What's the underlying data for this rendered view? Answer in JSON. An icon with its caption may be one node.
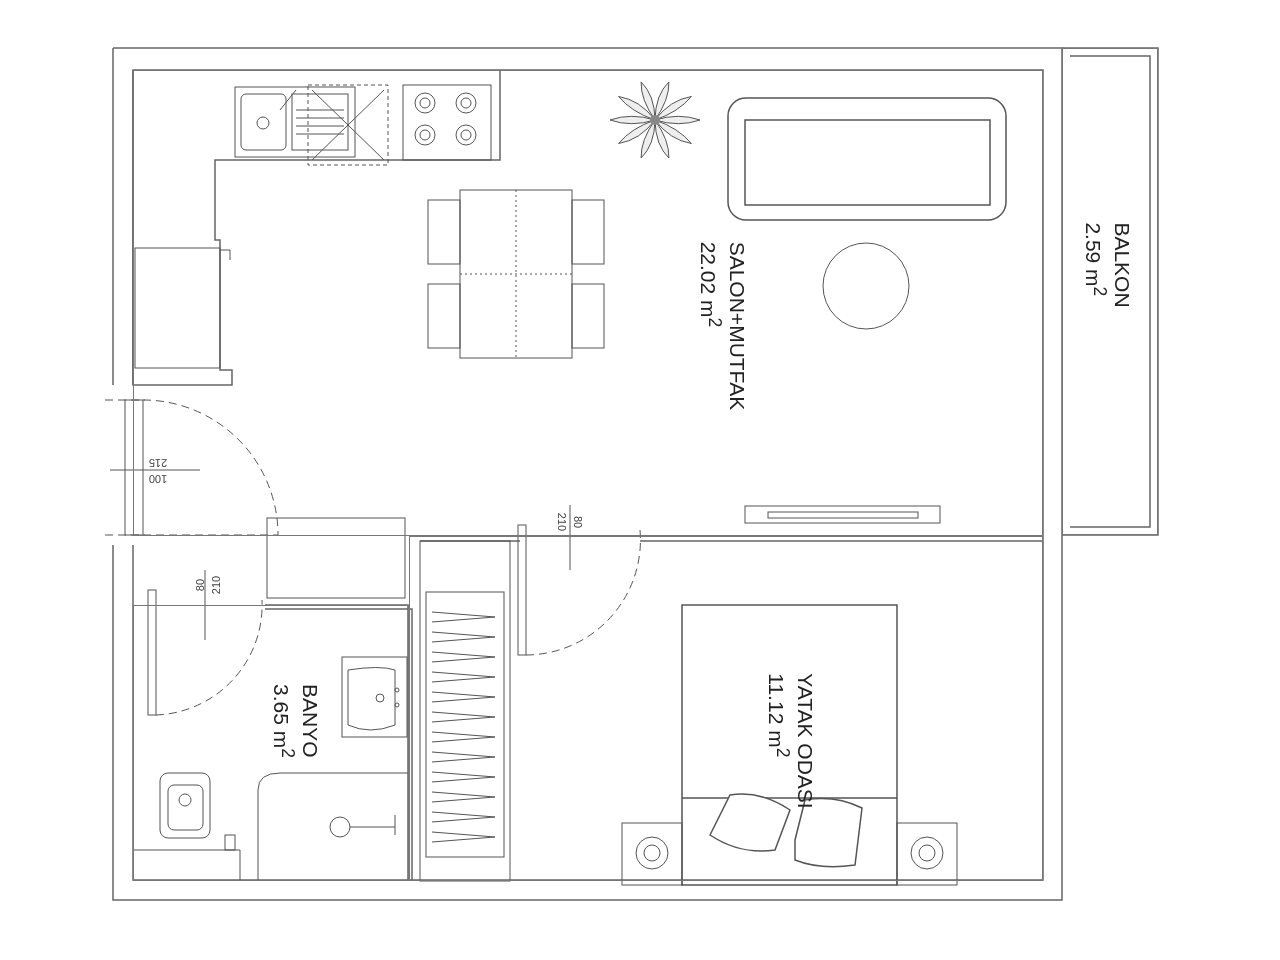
{
  "diagram": {
    "nodes": [
      {
        "text": [
          "SALON+MUTFAK",
          "22.02 m$^{2}$"
        ]
      },
      {
        "text": [
          "BALKON",
          "2.59 m$^{2}$"
        ]
      },
      {
        "text": [
          "BANYO",
          "3.65 m$^{2}$"
        ]
      },
      {
        "text": [
          "YATAK ODASI",
          "11.12 m$^{2}$"
        ]
      }
    ],
    "labels": [
      "215",
      "100",
      "80",
      "210",
      "210",
      "80"
    ]
  }
}
